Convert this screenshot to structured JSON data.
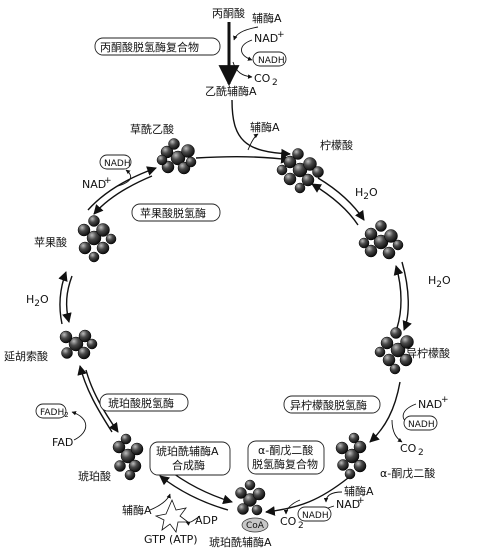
{
  "top": {
    "pyruvate": "丙酮酸",
    "coa_in": "辅酶A",
    "nad_plus": "NAD",
    "nadh": "NADH",
    "co2": "CO",
    "acetyl_coa": "乙酰辅酶A",
    "pdh_complex": "丙酮酸脱氢酶复合物"
  },
  "cycle": {
    "coa_release": "辅酶A",
    "citrate": "柠檬酸",
    "water_1": "H",
    "water_1_tail": "O",
    "water_2": "H",
    "water_2_tail": "O",
    "isocitrate": "异柠檬酸",
    "idh": "异柠檬酸脱氢酶",
    "nad_idh": "NAD",
    "nadh_idh": "NADH",
    "co2_idh": "CO",
    "akg": "α-酮戊二酸",
    "akgdh_line1": "α-酮戊二酸",
    "akgdh_line2": "脱氢酶复合物",
    "coa_akg": "辅酶A",
    "nad_akg": "NAD",
    "nadh_akg": "NADH",
    "co2_akg": "CO",
    "succinyl_coa": "琥珀酰辅酶A",
    "coa_tag": "CoA",
    "scs_line1": "琥珀酰辅酶A",
    "scs_line2": "合成酶",
    "coa_scs": "辅酶A",
    "gtp": "GTP (ATP)",
    "adp": "ADP",
    "succinate": "琥珀酸",
    "fad": "FAD",
    "fadh2": "FADH",
    "sdh": "琥珀酸脱氢酶",
    "fumarate": "延胡索酸",
    "water_3": "H",
    "water_3_tail": "O",
    "malate": "苹果酸",
    "mdh": "苹果酸脱氢酶",
    "nad_mdh": "NAD",
    "nadh_mdh": "NADH",
    "oxaloacetate": "草酰乙酸"
  },
  "sup": {
    "plus": "+",
    "two": "2"
  },
  "colors": {
    "atom_dark": "#1a1a1a",
    "atom_mid": "#555555",
    "atom_light": "#9a9a9a",
    "line": "#111111"
  }
}
